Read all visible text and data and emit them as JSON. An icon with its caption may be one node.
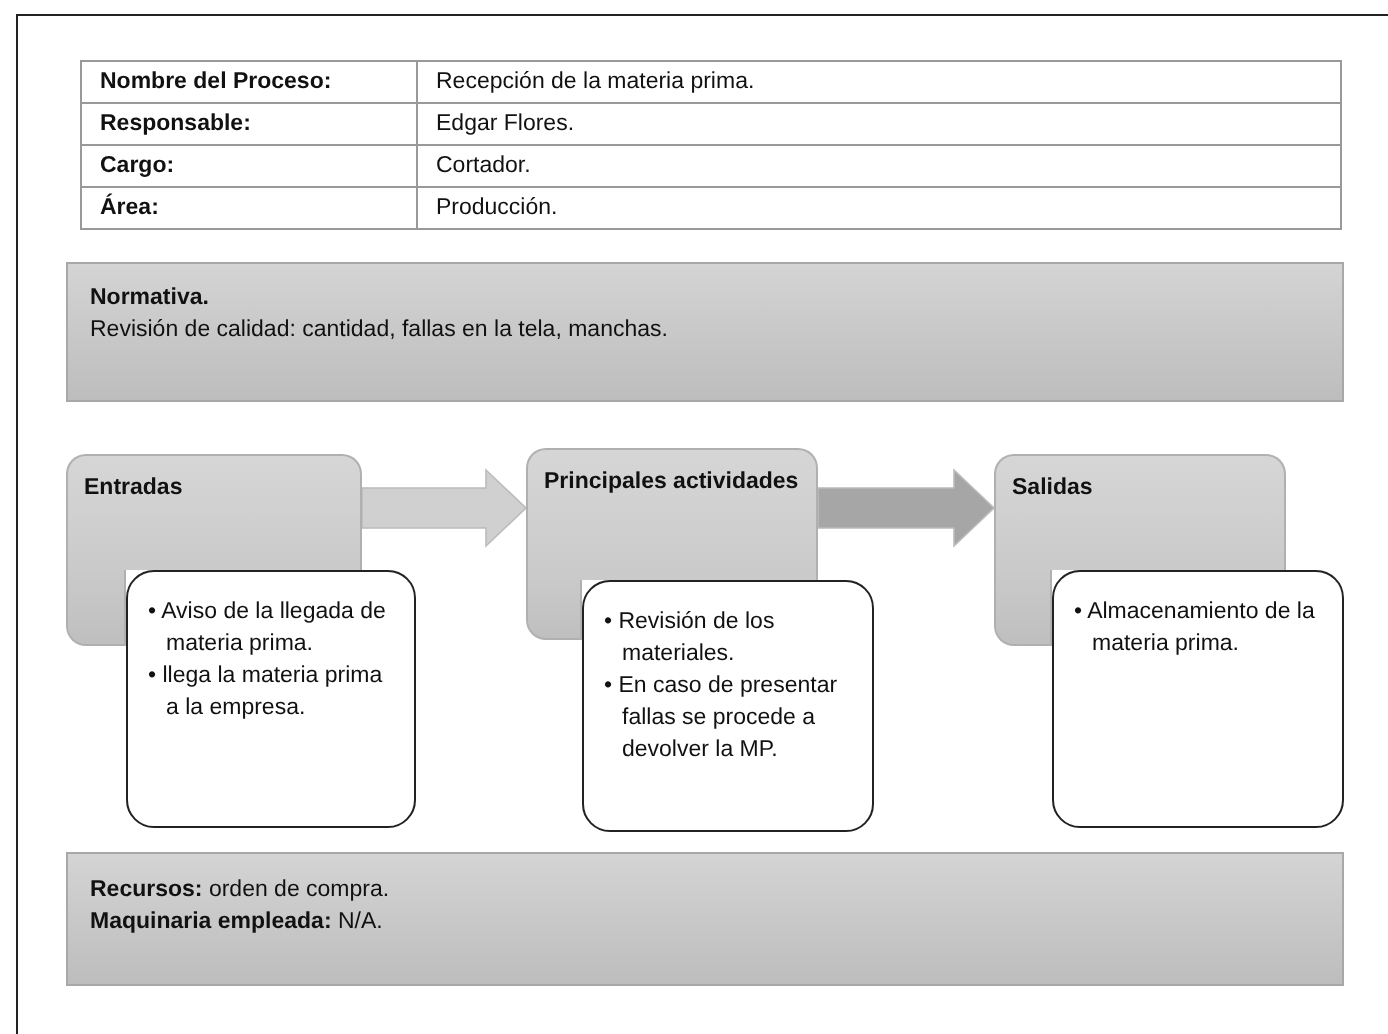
{
  "diagram": {
    "nodes": [
      {
        "text": [
          "Normativa.",
          "Revisión de calidad: cantidad, fallas en la tela, manchas."
        ]
      },
      {
        "text": [
          "Entradas"
        ]
      },
      {
        "text": [
          "• Aviso de la llegada de materia prima.",
          "• llega la materia prima a la empresa."
        ]
      },
      {
        "text": [
          "Principales actividades"
        ]
      },
      {
        "text": [
          "• Revisión de los materiales.",
          "• En caso de presentar fallas se procede a devolver la MP."
        ]
      },
      {
        "text": [
          "Salidas"
        ]
      },
      {
        "text": [
          "• Almacenamiento de la materia prima."
        ]
      },
      {
        "text": [
          "**Recursos:** orden de compra.",
          "**Maquinaria empleada:** N/A."
        ]
      }
    ],
    "edges": [
      {
        "from": 1,
        "to": 3,
        "arrow": "to"
      },
      {
        "from": 3,
        "to": 5,
        "arrow": "to",
        "color": "#a6a6a6"
      }
    ],
    "labels": [
      "Nombre del Proceso:",
      "Recepción de la materia prima.",
      "Responsable:",
      "Edgar Flores.",
      "Cargo:",
      "Cortador.",
      "Área:",
      "Producción."
    ]
  }
}
